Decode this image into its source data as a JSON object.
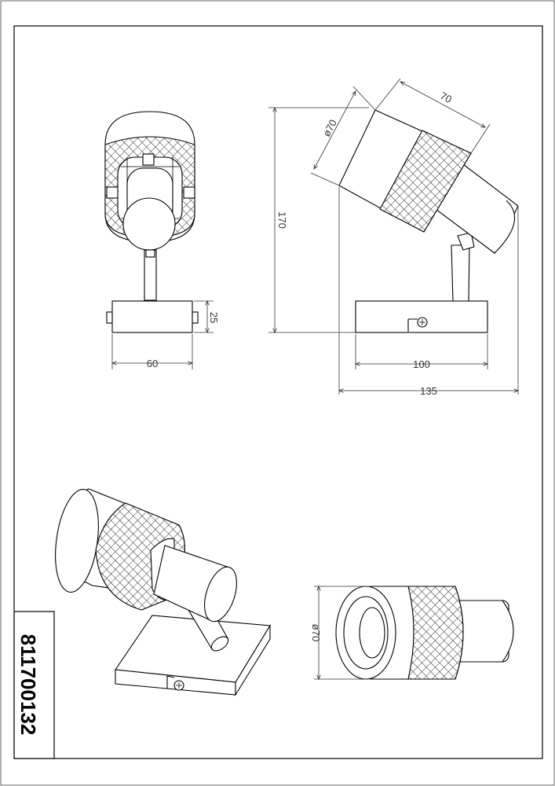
{
  "drawing": {
    "article_number": "811700132",
    "dimensions": {
      "front_width": "60",
      "front_base_height": "25",
      "side_total_height": "170",
      "side_head_length": "70",
      "side_head_diameter": "ø70",
      "side_base_width": "100",
      "side_total_width": "135",
      "top_diameter": "ø70"
    }
  }
}
